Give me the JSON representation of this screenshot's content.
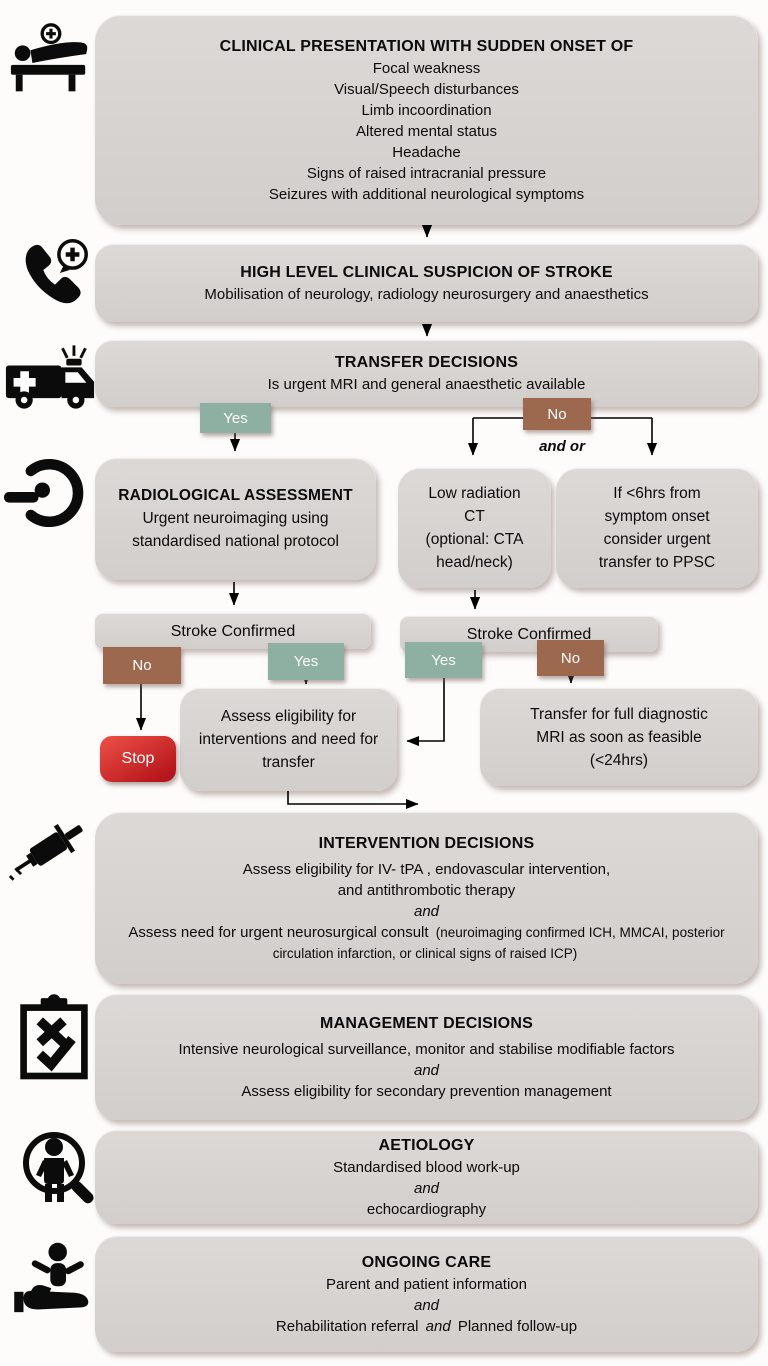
{
  "palette": {
    "box_fill": "#d7d3d0",
    "yes_color": "#8db0a2",
    "no_color": "#9c694e",
    "stop_color": "#c01219",
    "line_color": "#000000",
    "text_color": "#0b0b0b",
    "background": "#fdfcfb"
  },
  "icons": [
    {
      "name": "patient-bed-icon"
    },
    {
      "name": "emergency-call-icon"
    },
    {
      "name": "ambulance-icon"
    },
    {
      "name": "mri-scanner-icon"
    },
    {
      "name": "syringe-icon"
    },
    {
      "name": "checklist-icon"
    },
    {
      "name": "patient-examination-icon"
    },
    {
      "name": "child-care-icon"
    }
  ],
  "flow": {
    "clinical_presentation": {
      "title": "CLINICAL PRESENTATION WITH SUDDEN ONSET OF",
      "lines": [
        "Focal weakness",
        "Visual/Speech disturbances",
        "Limb incoordination",
        "Altered mental status",
        "Headache",
        "Signs of raised intracranial pressure",
        "Seizures with additional neurological symptoms"
      ]
    },
    "suspicion": {
      "title": "HIGH LEVEL CLINICAL SUSPICION OF STROKE",
      "line": "Mobilisation of neurology, radiology neurosurgery and anaesthetics"
    },
    "transfer": {
      "title": "TRANSFER DECISIONS",
      "line": "Is urgent MRI and general anaesthetic available"
    },
    "tags": {
      "yes": "Yes",
      "no": "No"
    },
    "and_or": "and or",
    "radiological": {
      "title": "RADIOLOGICAL ASSESSMENT",
      "line1": "Urgent neuroimaging using",
      "line2": "standardised national protocol"
    },
    "low_ct": {
      "line1": "Low radiation",
      "line2": "CT",
      "line3": "(optional: CTA",
      "line4": "head/neck)"
    },
    "six_hrs": {
      "line1": "If <6hrs from",
      "line2": "symptom onset",
      "line3": "consider urgent",
      "line4": "transfer to PPSC"
    },
    "stroke_confirmed": "Stroke Confirmed",
    "stop": "Stop",
    "assess": {
      "line1": "Assess eligibility for",
      "line2": "interventions and need for",
      "line3": "transfer"
    },
    "transfer_mri": {
      "line1": "Transfer for full diagnostic",
      "line2": "MRI as soon as feasible",
      "line3": "(<24hrs)"
    },
    "intervention": {
      "title": "INTERVENTION DECISIONS",
      "line1": "Assess eligibility for IV- tPA , endovascular intervention,",
      "line2": "and antithrombotic therapy",
      "and": "and",
      "line3": "Assess need for urgent neurosurgical consult",
      "line3_detail": "(neuroimaging confirmed ICH, MMCAI, posterior circulation infarction, or clinical signs of raised ICP)"
    },
    "management": {
      "title": "MANAGEMENT DECISIONS",
      "line1": "Intensive neurological surveillance, monitor and stabilise modifiable factors",
      "and": "and",
      "line2": "Assess eligibility for secondary prevention management"
    },
    "aetiology": {
      "title": "AETIOLOGY",
      "line1": "Standardised blood work-up",
      "and": "and",
      "line2": "echocardiography"
    },
    "ongoing": {
      "title": "ONGOING CARE",
      "line1": "Parent and patient information",
      "and": "and",
      "line2_pre": "Rehabilitation referral",
      "line2_and": "and",
      "line2_post": "Planned follow-up"
    }
  }
}
